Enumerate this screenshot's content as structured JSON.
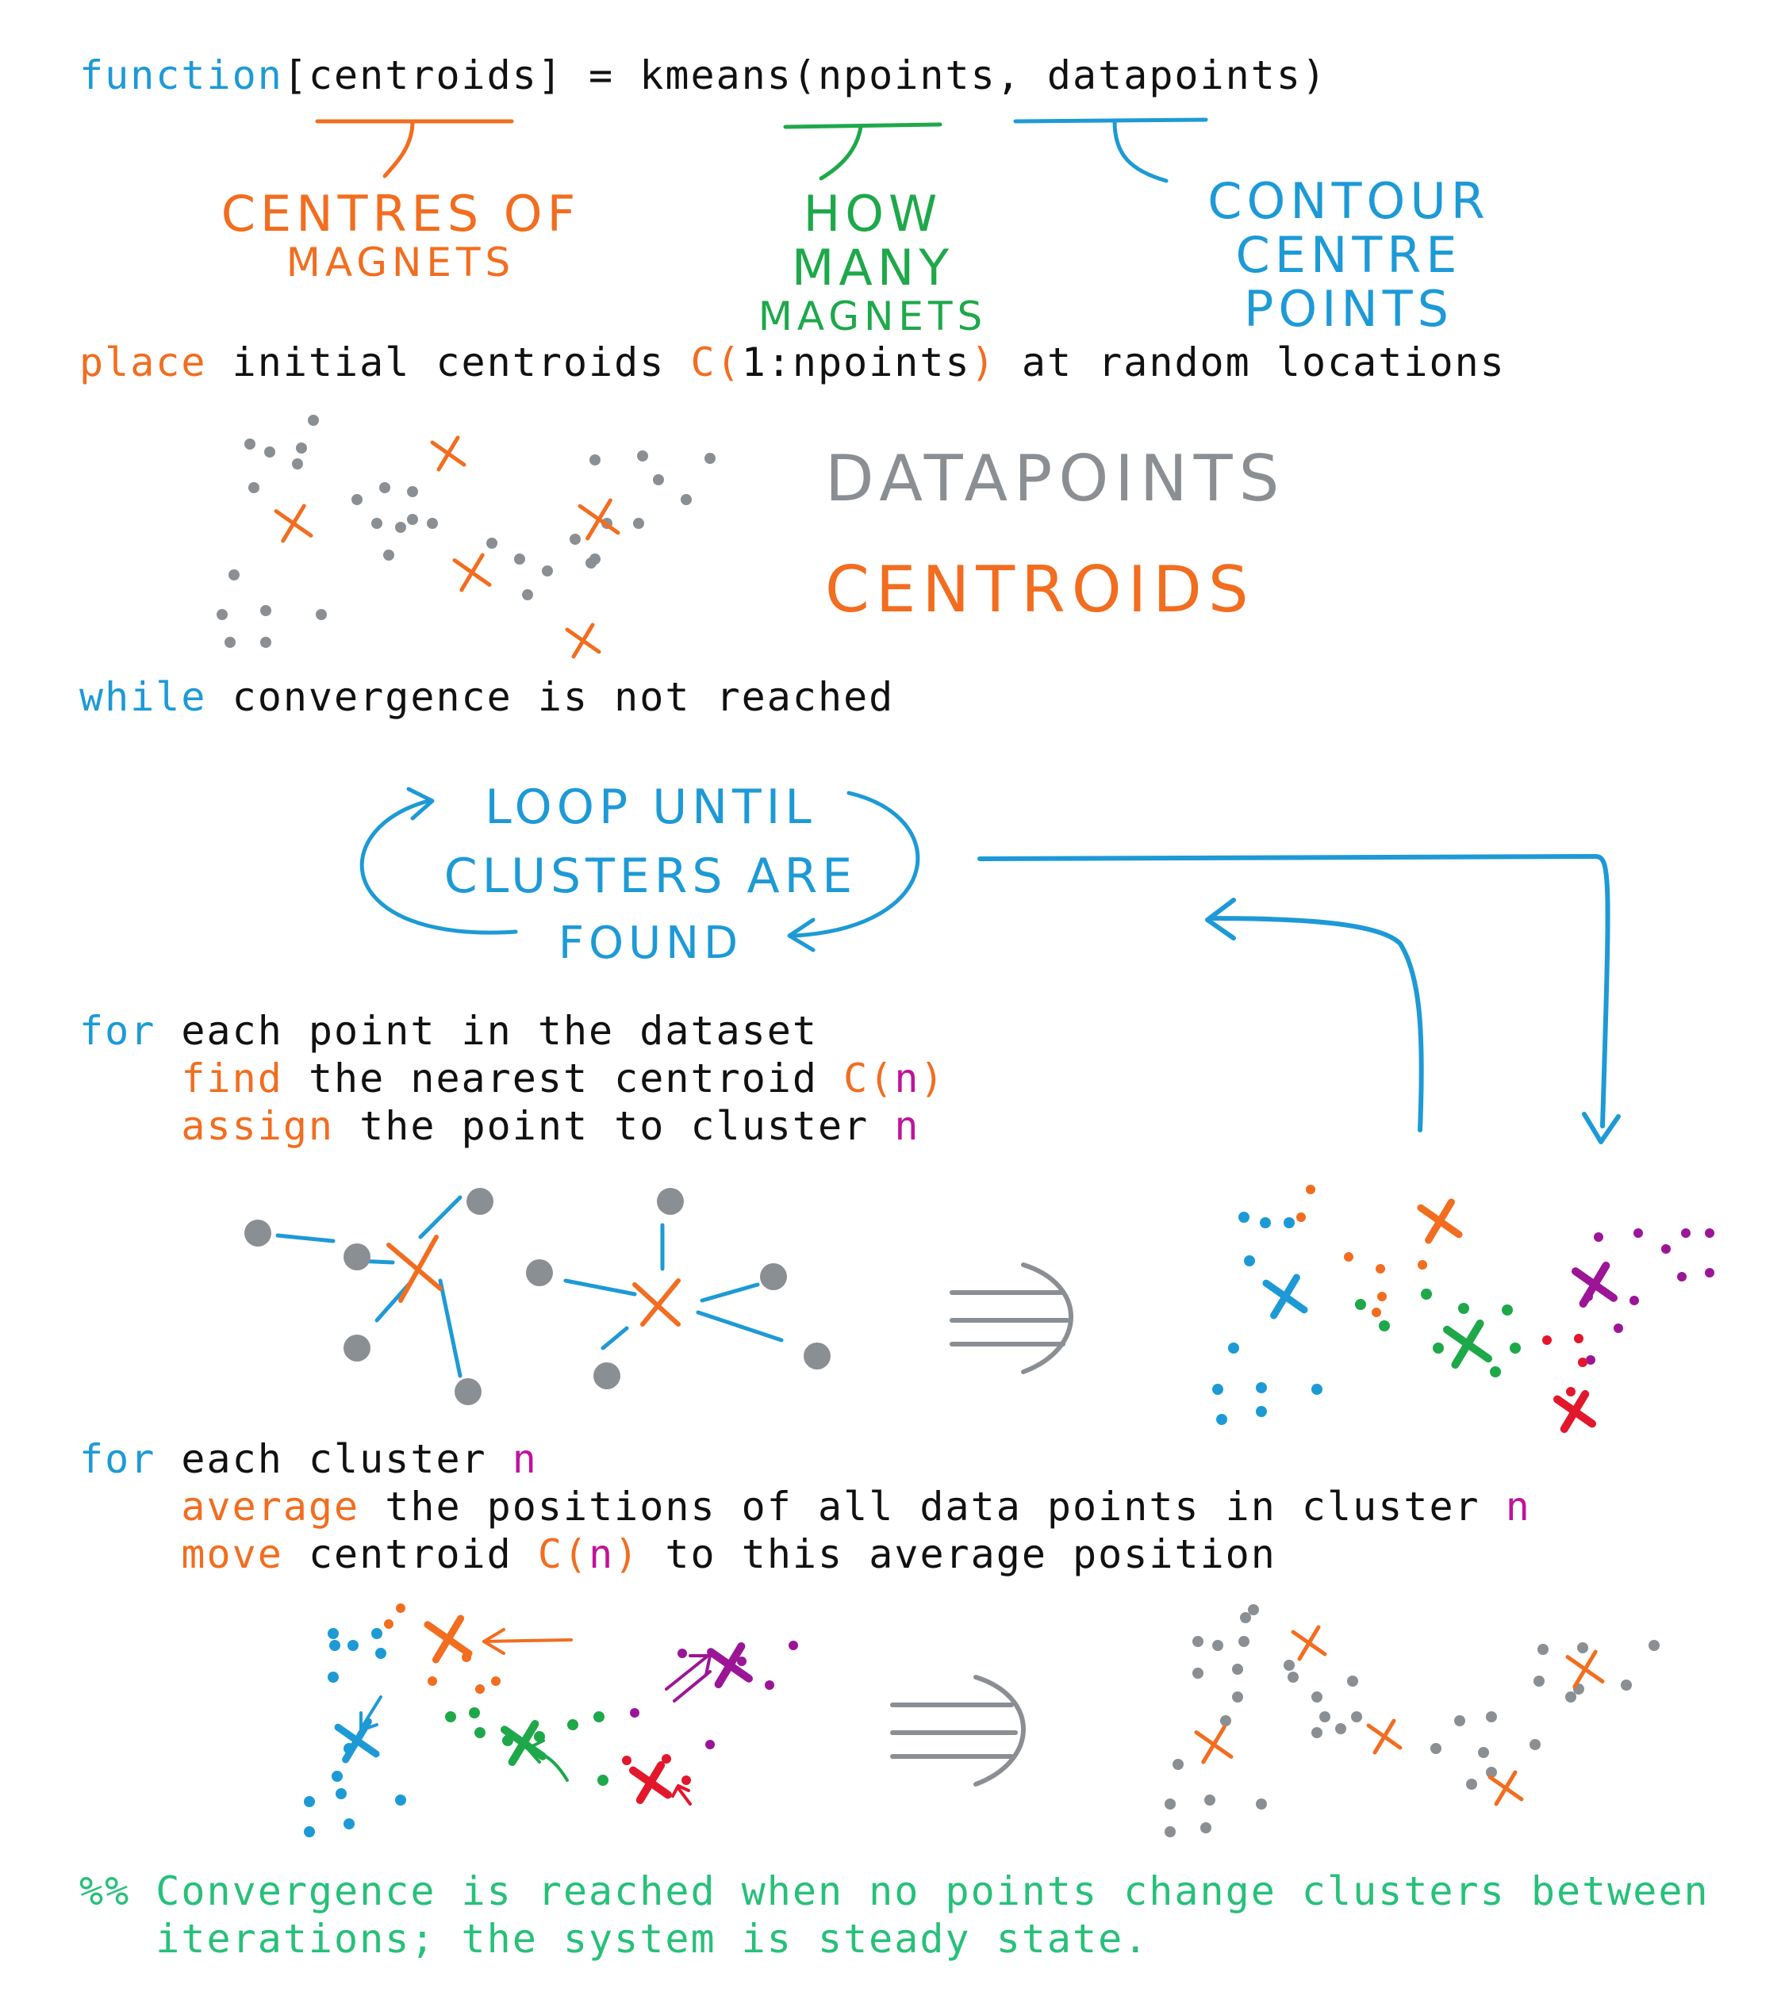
{
  "signature": {
    "keyword": "function",
    "rest": "[centroids] = kmeans(npoints, datapoints)"
  },
  "annotations": {
    "centroids": [
      "CENTRES OF",
      "MAGNETS"
    ],
    "npoints": [
      "HOW MANY",
      "MAGNETS"
    ],
    "datapoints": [
      "CONTOUR",
      "CENTRE POINTS"
    ]
  },
  "step_place": {
    "keyword": "place",
    "t1": " initial centroids ",
    "c": "C(",
    "range": "1:npoints",
    "close": ")",
    "t2": " at random locations"
  },
  "legend": {
    "datapoints": "DATAPOINTS",
    "centroids": "CENTROIDS"
  },
  "while_line": {
    "keyword": "while",
    "text": " convergence is not reached"
  },
  "loop_note": [
    "LOOP UNTIL",
    "CLUSTERS ARE",
    "FOUND"
  ],
  "for_points": {
    "keyword": "for",
    "line1": " each point in the dataset",
    "find_kw": "find",
    "find_text": " the nearest centroid ",
    "cn_open": "C(",
    "n": "n",
    "cn_close": ")",
    "assign_kw": "assign",
    "assign_text": " the point to cluster ",
    "assign_n": "n"
  },
  "for_clusters": {
    "keyword": "for",
    "line1": " each cluster ",
    "line1_n": "n",
    "avg_kw": "average",
    "avg_text": " the positions of all data points in cluster ",
    "avg_n": "n",
    "move_kw": "move",
    "move_text": " centroid ",
    "move_c_open": "C(",
    "move_n": "n",
    "move_c_close": ")",
    "move_tail": " to this average position"
  },
  "comment": [
    "%% Convergence is reached when no points change clusters between",
    "   iterations; the system is steady state."
  ],
  "colors": {
    "blue": "#1d9ad6",
    "orange": "#f26d1f",
    "green": "#1ea84a",
    "purple": "#9b1596",
    "red": "#e3172c",
    "gray": "#8a8f94",
    "comment_green": "#27c07a"
  }
}
